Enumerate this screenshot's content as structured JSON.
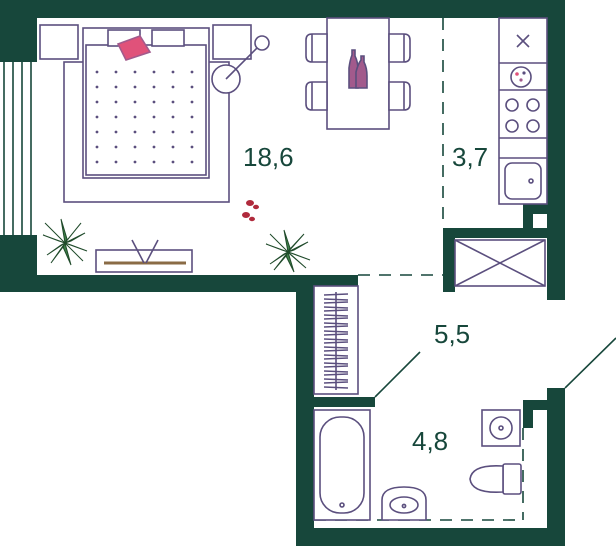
{
  "colors": {
    "wall": "#17473B",
    "line": "#5B4F7E",
    "accent_pink": "#E0527A",
    "accent_purple": "#A25A8C",
    "plant": "#3E7F47",
    "text": "#17473B",
    "bg": "#FFFFFF"
  },
  "rooms": [
    {
      "id": "living-room",
      "area": "18,6"
    },
    {
      "id": "kitchen",
      "area": "3,7"
    },
    {
      "id": "hallway",
      "area": "5,5"
    },
    {
      "id": "bathroom",
      "area": "4,8"
    }
  ],
  "icons": [
    "double-bed-icon",
    "nightstand-icon",
    "floor-lamp-icon",
    "dining-table-icon",
    "chair-icon",
    "vase-icon",
    "potted-plant-icon",
    "tv-console-icon",
    "footprints-icon",
    "cooktop-icon",
    "sink-icon",
    "wardrobe-icon",
    "bathtub-icon",
    "washbasin-icon",
    "toilet-icon",
    "shower-area-icon"
  ]
}
